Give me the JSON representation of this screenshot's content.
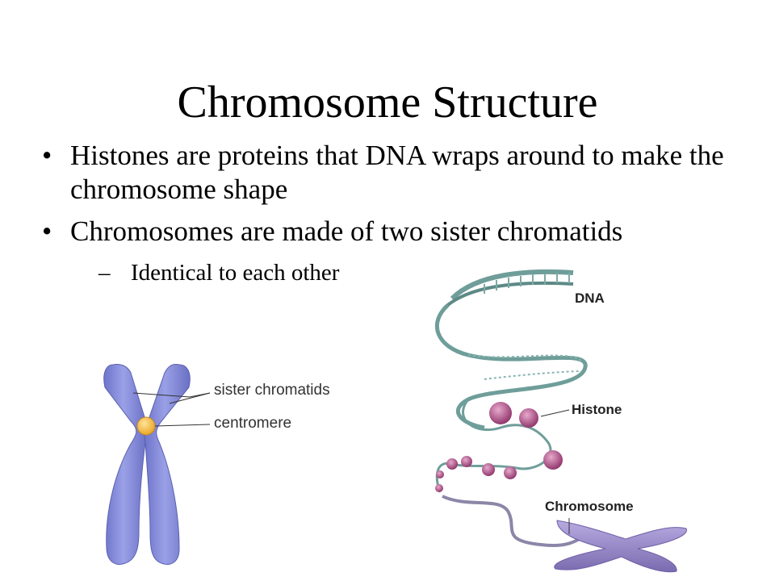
{
  "slide": {
    "title": "Chromosome Structure",
    "bullets": [
      "Histones are proteins that DNA wraps around to make the chromosome shape",
      "Chromosomes are made of two sister chromatids"
    ],
    "bullet_marker": "•",
    "sub_bullets": [
      "Identical to each other"
    ],
    "sub_marker": "–"
  },
  "chromosome_figure": {
    "labels": {
      "sister_chromatids": "sister chromatids",
      "centromere": "centromere"
    },
    "colors": {
      "chromatid": "#8a8fd8",
      "centromere": "#f2b63a"
    }
  },
  "dna_figure": {
    "labels": {
      "dna": "DNA",
      "histone": "Histone",
      "chromosome": "Chromosome"
    },
    "colors": {
      "dna_strand": "#6f9e9a",
      "histone": "#b0558e",
      "chromosome": "#9b8cc8"
    }
  }
}
